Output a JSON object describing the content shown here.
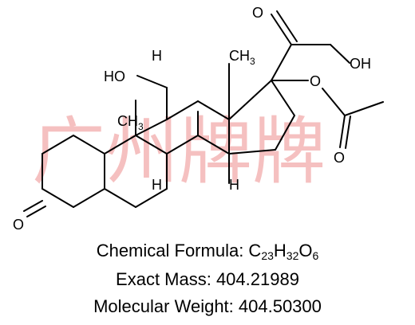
{
  "watermark": "广州牌牌",
  "atom_labels": {
    "carbonyl_o": "O",
    "hydroxyl_oh": "OH",
    "ho": "HO",
    "ch3_a": "CH",
    "ch3_a_sub": "3",
    "ch3_b": "CH",
    "ch3_b_sub": "3",
    "o_ketone": "O",
    "o_ester_link": "O",
    "o_ester_carbonyl": "O",
    "h_top": "H",
    "h_mid": "H",
    "h_bot": "H"
  },
  "formula": {
    "label": "Chemical Formula: ",
    "c": "C",
    "c_n": "23",
    "h": "H",
    "h_n": "32",
    "o": "O",
    "o_n": "6"
  },
  "exact_mass": "Exact Mass: 404.21989",
  "molecular_weight": "Molecular Weight: 404.50300"
}
